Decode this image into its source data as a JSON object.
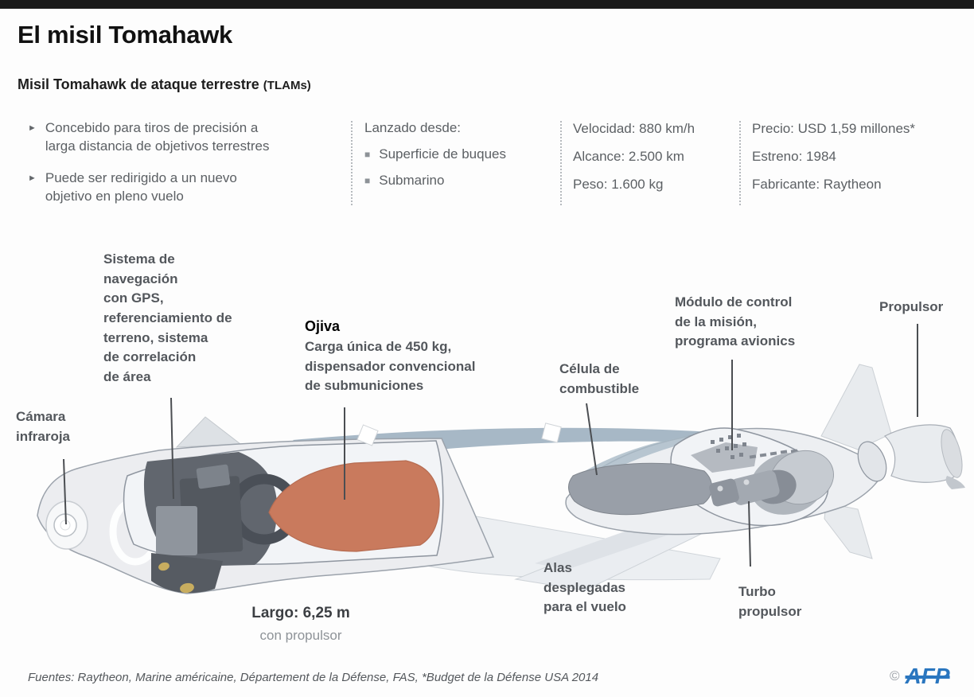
{
  "header": {
    "bar_color": "#1b1b1b",
    "title": "El misil Tomahawk",
    "subtitle": "Misil Tomahawk de ataque terrestre",
    "subtitle_note": "(TLAMs)"
  },
  "facts": {
    "bullets": [
      "Concebido para tiros de precisión a\nlarga distancia de objetivos terrestres",
      "Puede ser redirigido a un nuevo\nobjetivo en pleno vuelo"
    ],
    "launch": {
      "title": "Lanzado desde:",
      "items": [
        "Superficie de buques",
        "Submarino"
      ]
    },
    "specs_left": [
      "Velocidad: 880 km/h",
      "Alcance: 2.500 km",
      "Peso: 1.600 kg"
    ],
    "specs_right": [
      "Precio: USD 1,59 millones*",
      "Estreno: 1984",
      "Fabricante: Raytheon"
    ]
  },
  "diagram": {
    "labels": {
      "camera": "Cámara\ninfraroja",
      "nav": "Sistema de\nnavegación\ncon GPS,\nreferenciamiento de\nterreno, sistema\nde correlación\nde área",
      "ojiva_title": "Ojiva",
      "ojiva_desc": "Carga única de 450 kg,\ndispensador convencional\nde submuniciones",
      "fuel": "Célula de\ncombustible",
      "module": "Módulo de control\nde la misión,\nprograma avionics",
      "propulsor": "Propulsor",
      "wings": "Alas\ndesplegadas\npara el vuelo",
      "turbo": "Turbo\npropulsor",
      "length_main": "Largo: 6,25 m",
      "length_sub": "con propulsor"
    },
    "colors": {
      "body": "#ecedf0",
      "body_outline": "#9ba2ab",
      "cutaway": "#f2f4f7",
      "warhead": "#c97a5d",
      "equipment_dark": "#61666e",
      "fuel_cell": "#999fa8",
      "wing_blue": "#a7b8c6",
      "leader_line": "#4b4e52"
    }
  },
  "footer": {
    "sources": "Fuentes: Raytheon, Marine américaine, Département de la Défense, FAS, *Budget de la Défense USA 2014",
    "copyright": "©",
    "brand": "AFP"
  }
}
